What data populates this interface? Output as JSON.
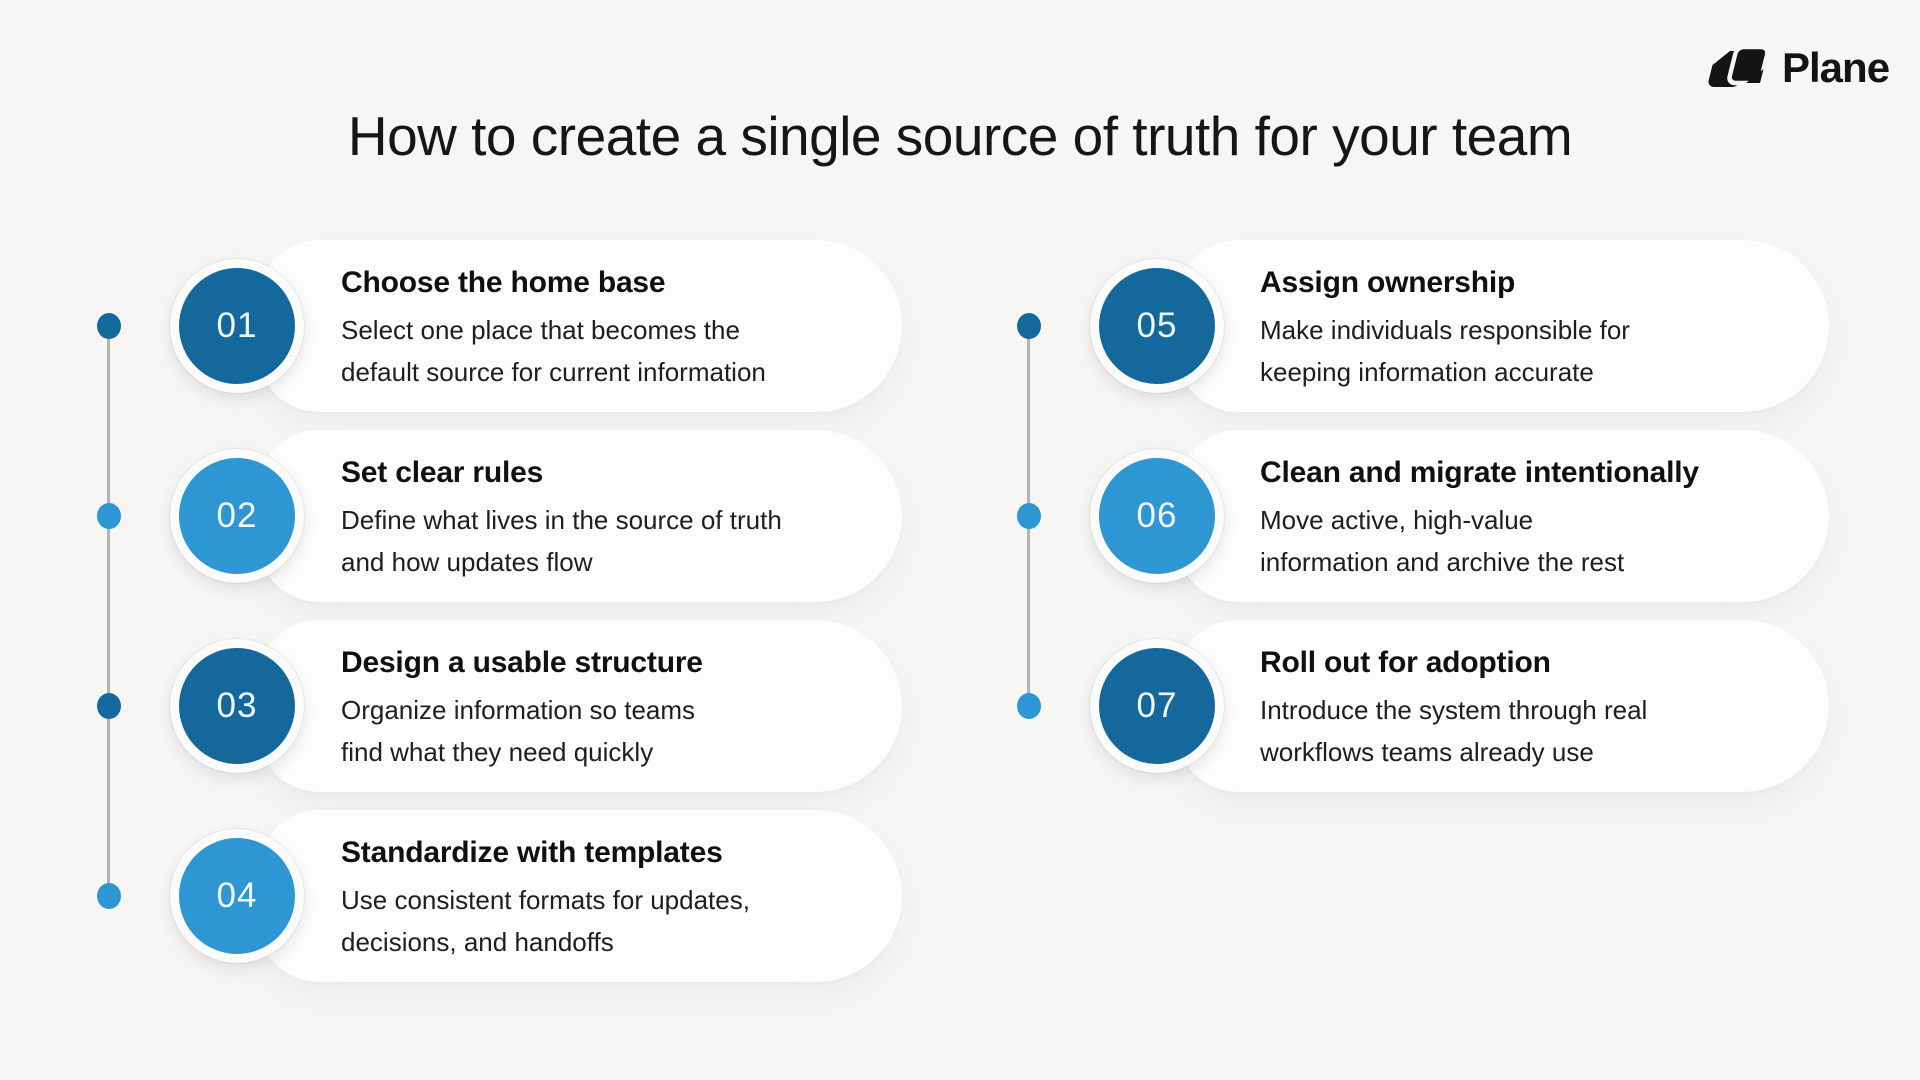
{
  "title": "How to create a single source of truth for your team",
  "brand": {
    "name": "Plane",
    "logo_icon": "plane-logo"
  },
  "colors": {
    "background": "#F7F6F5",
    "card": "#FDFDFD",
    "dark_blue": "#15689C",
    "light_blue": "#2E96D2",
    "timeline_gray": "#B3B3B3",
    "text": "#161616",
    "number_text": "#F2F7FA"
  },
  "columns": [
    {
      "name": "left",
      "steps": [
        {
          "number": "01",
          "tone": "dark",
          "dot_tone": "dark",
          "heading": "Choose the home base",
          "description": "Select one place that becomes the\ndefault source for current information"
        },
        {
          "number": "02",
          "tone": "light",
          "dot_tone": "light",
          "heading": "Set clear rules",
          "description": "Define what lives in the source of truth\nand how updates flow"
        },
        {
          "number": "03",
          "tone": "dark",
          "dot_tone": "dark",
          "heading": "Design a usable structure",
          "description": "Organize information so teams\nfind what they need quickly"
        },
        {
          "number": "04",
          "tone": "light",
          "dot_tone": "light",
          "heading": "Standardize with templates",
          "description": "Use consistent formats for updates,\ndecisions, and handoffs"
        }
      ]
    },
    {
      "name": "right",
      "steps": [
        {
          "number": "05",
          "tone": "dark",
          "dot_tone": "dark",
          "heading": "Assign ownership",
          "description": "Make individuals responsible for\nkeeping information accurate"
        },
        {
          "number": "06",
          "tone": "light",
          "dot_tone": "light",
          "heading": "Clean and migrate intentionally",
          "description": "Move active, high-value\ninformation and archive the rest"
        },
        {
          "number": "07",
          "tone": "dark",
          "dot_tone": "light",
          "heading": "Roll out for adoption",
          "description": "Introduce the system through real\nworkflows teams already use"
        }
      ]
    }
  ]
}
